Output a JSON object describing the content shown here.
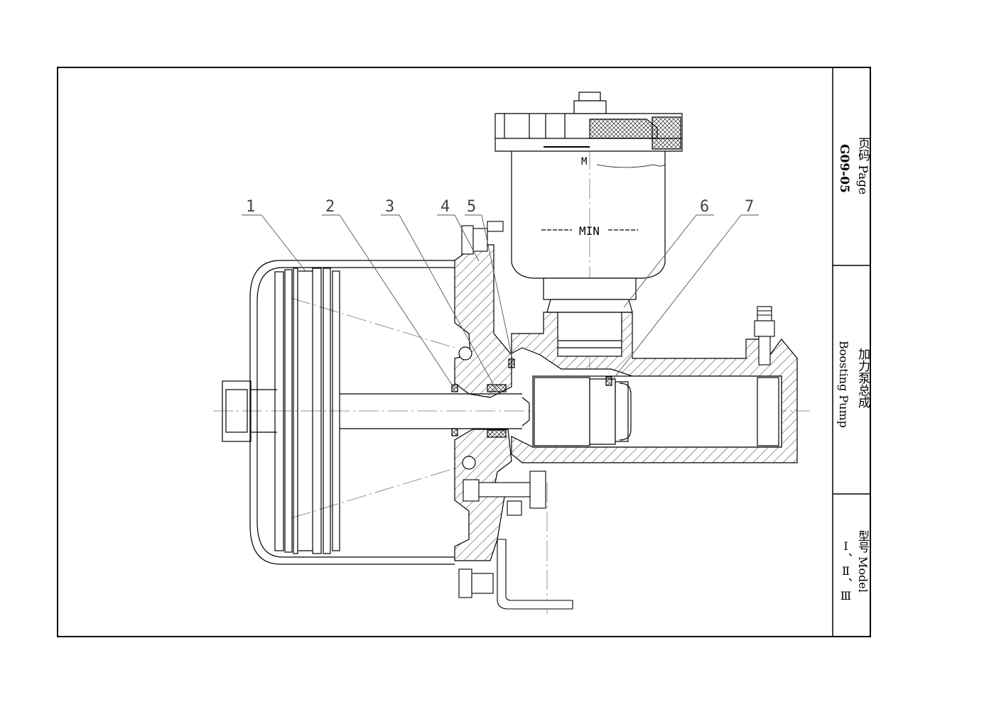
{
  "title_block": {
    "page_label": "页码 Page",
    "page_number": "G09-05",
    "name_cn": "加力泵总成",
    "name_en": "Boosting Pump",
    "model_label": "型号  Model",
    "model_value": "Ⅰ、Ⅱ、Ⅲ"
  },
  "drawing": {
    "leaders": [
      "1",
      "2",
      "3",
      "4",
      "5",
      "6",
      "7"
    ],
    "reservoir_max_mark": "M",
    "reservoir_min_mark": "MIN"
  }
}
